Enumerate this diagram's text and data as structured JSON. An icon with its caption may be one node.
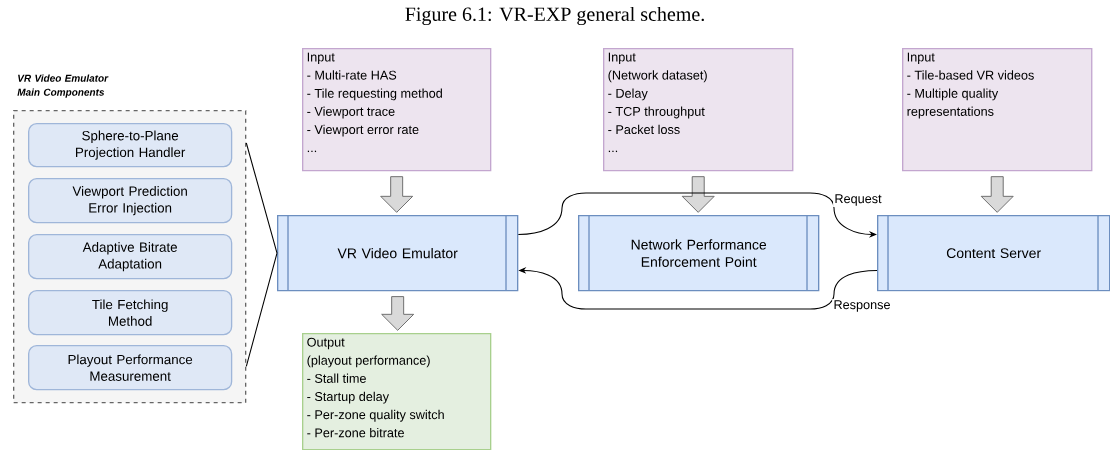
{
  "diagram": {
    "title": "Figure 6.1: VR-EXP general scheme.",
    "nodes": [
      {
        "text": [
          "VR Video Emulator Main Components"
        ]
      },
      {
        "text": [
          "Sphere-to-Plane Projection Handler"
        ],
        "in": 0
      },
      {
        "text": [
          "Viewport Prediction Error Injection"
        ],
        "in": 0
      },
      {
        "text": [
          "Adaptive Bitrate Adaptation"
        ],
        "in": 0
      },
      {
        "text": [
          "Tile Fetching Method"
        ],
        "in": 0
      },
      {
        "text": [
          "Playout Performance Measurement"
        ],
        "in": 0
      },
      {
        "text": [
          "Input",
          "- Multi-rate HAS",
          "- Tile requesting method",
          "- Viewport trace",
          "- Viewport error rate",
          "..."
        ]
      },
      {
        "text": [
          "Input",
          "(Network dataset)",
          "- Delay",
          "- TCP throughput",
          "- Packet loss",
          "..."
        ]
      },
      {
        "text": [
          "Input",
          "- Tile-based VR videos",
          "- Multiple quality representations"
        ]
      },
      {
        "text": [
          "VR Video Emulator"
        ]
      },
      {
        "text": [
          "Network Performance Enforcement Point"
        ]
      },
      {
        "text": [
          "Content Server"
        ]
      },
      {
        "text": [
          "Output",
          "(playout performance)",
          "- Stall time",
          "- Startup delay",
          "- Per-zone quality switch",
          "- Per-zone bitrate"
        ]
      }
    ],
    "edges": [
      {
        "from": 6,
        "to": 9,
        "arrow": "to",
        "style": "thick"
      },
      {
        "from": 7,
        "to": 10,
        "arrow": "to",
        "style": "thick"
      },
      {
        "from": 8,
        "to": 11,
        "arrow": "to",
        "style": "thick"
      },
      {
        "from": 9,
        "to": 12,
        "arrow": "to",
        "style": "thick"
      },
      {
        "from": 9,
        "to": 11,
        "arrow": "to",
        "label": "Request"
      },
      {
        "from": 11,
        "to": 9,
        "arrow": "to",
        "label": "Response"
      },
      {
        "from": 0,
        "to": 9,
        "arrow": "none"
      }
    ]
  }
}
